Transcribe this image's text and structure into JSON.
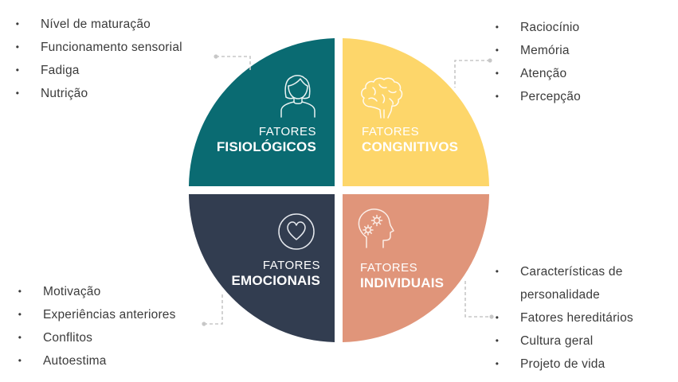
{
  "diagram": {
    "colors": {
      "fisiologicos": "#0a6b72",
      "cognitivos": "#fdd66a",
      "emocionais": "#323d50",
      "individuais": "#e0957a",
      "connector": "#c7c7c7",
      "text": "#3b3b3b"
    },
    "quadrants": {
      "fisiologicos": {
        "icon": "woman-avatar-icon",
        "title_small": "FATORES",
        "title_big": "FISIOLÓGICOS",
        "items": [
          "Nível de maturação",
          "Funcionamento sensorial",
          "Fadiga",
          "Nutrição"
        ]
      },
      "cognitivos": {
        "icon": "brain-icon",
        "title_small": "FATORES",
        "title_big": "CONGNITIVOS",
        "items": [
          "Raciocínio",
          "Memória",
          "Atenção",
          "Percepção"
        ]
      },
      "emocionais": {
        "icon": "heart-circle-icon",
        "title_small": "FATORES",
        "title_big": "EMOCIONAIS",
        "items": [
          "Motivação",
          "Experiências anteriores",
          "Conflitos",
          "Autoestima"
        ]
      },
      "individuais": {
        "icon": "head-gears-icon",
        "title_small": "FATORES",
        "title_big": "INDIVIDUAIS",
        "items": [
          "Características de",
          "personalidade",
          "Fatores hereditários",
          "Cultura geral",
          "Projeto de vida"
        ]
      }
    },
    "bullet": "•"
  }
}
